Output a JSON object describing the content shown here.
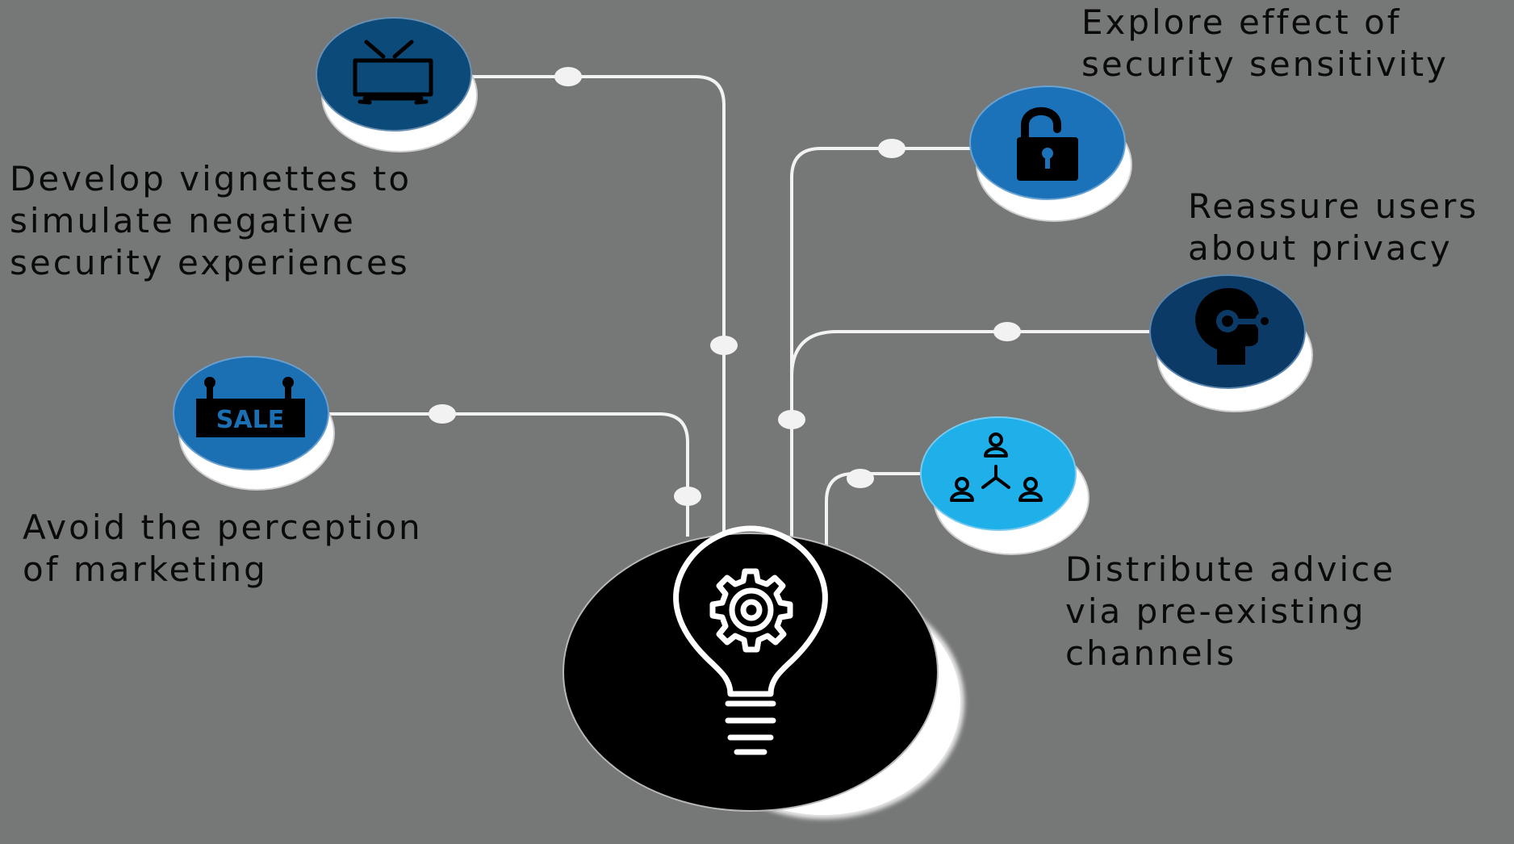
{
  "colors": {
    "background": "#767877",
    "connector": "#f2f2f2",
    "hub": "#000000",
    "tv_node": "#0c4a7a",
    "sale_node": "#1b6fb3",
    "lock_node": "#1c72b8",
    "privacy_node": "#0c3a66",
    "network_node": "#1fb0ea",
    "text": "#0a0a0a"
  },
  "hub": {
    "icon": "lightbulb-gear-icon"
  },
  "nodes": [
    {
      "id": "tv",
      "icon": "tv-icon"
    },
    {
      "id": "sale",
      "icon": "sale-sign-icon"
    },
    {
      "id": "lock",
      "icon": "unlocked-padlock-icon"
    },
    {
      "id": "privacy",
      "icon": "head-key-icon"
    },
    {
      "id": "network",
      "icon": "people-network-icon"
    }
  ],
  "labels": {
    "vignettes": [
      "Develop vignettes to",
      "simulate negative",
      "security experiences"
    ],
    "marketing": [
      "Avoid the perception",
      "of marketing"
    ],
    "sensitivity": [
      "Explore effect of",
      "security sensitivity"
    ],
    "privacy": [
      "Reassure users",
      "about privacy"
    ],
    "channels": [
      "Distribute advice",
      "via pre-existing",
      "channels"
    ]
  }
}
